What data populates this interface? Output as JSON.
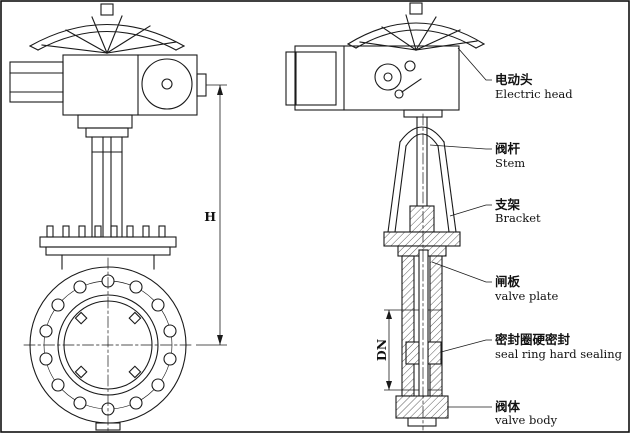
{
  "callouts": [
    {
      "cn": "电动头",
      "en": "Electric head"
    },
    {
      "cn": "阀杆",
      "en": "Stem"
    },
    {
      "cn": "支架",
      "en": "Bracket"
    },
    {
      "cn": "闸板",
      "en": "valve plate"
    },
    {
      "cn": "密封圈硬密封",
      "en": "seal ring hard sealing"
    },
    {
      "cn": "阀体",
      "en": "valve body"
    }
  ],
  "dimensions": {
    "height": "H",
    "bore": "DN"
  },
  "colors": {
    "ink": "#1a1a1a",
    "paper": "#ffffff"
  }
}
